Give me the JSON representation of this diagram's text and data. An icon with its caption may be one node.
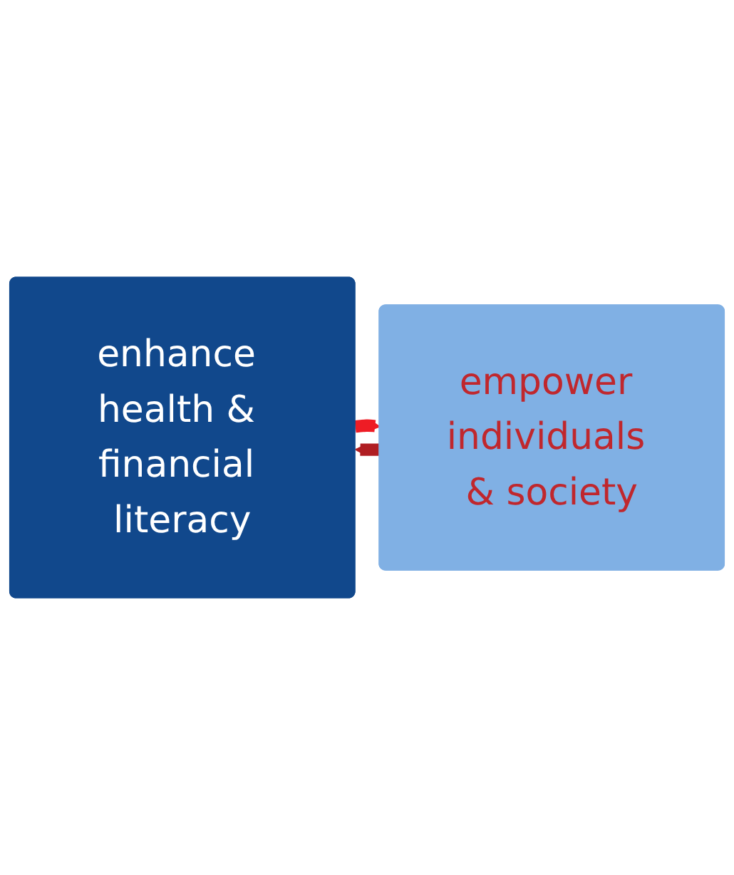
{
  "diagram": {
    "nodes": [
      {
        "text": [
          "enhance health & financial literacy"
        ]
      },
      {
        "text": [
          "empower individuals & society"
        ]
      }
    ],
    "edges": [
      {
        "from": 0,
        "to": 1,
        "arrow": "to",
        "color": "#ee1c25"
      },
      {
        "from": 1,
        "to": 0,
        "arrow": "to",
        "color": "#b01e23"
      }
    ]
  }
}
